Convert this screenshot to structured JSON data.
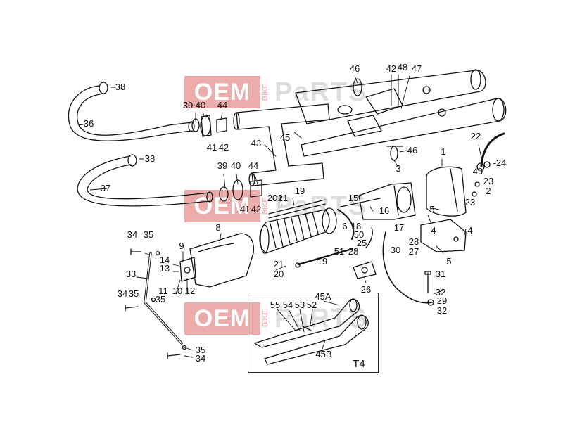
{
  "watermark": {
    "oem": "OEM",
    "bike": "BIKE",
    "parts": "PaRTS"
  },
  "inset": {
    "title": "T4"
  },
  "labels": {
    "l38a": "38",
    "l36": "36",
    "l39a": "39",
    "l40a": "40",
    "l44a": "44",
    "l41a": "41",
    "l42a": "42",
    "l38b": "38",
    "l37": "37",
    "l39b": "39",
    "l40b": "40",
    "l44b": "44",
    "l41b": "41",
    "l42b": "42",
    "l43": "43",
    "l45": "45",
    "l46a": "46",
    "l42c": "42",
    "l48": "48",
    "l47": "47",
    "l46b": "46",
    "l3": "3",
    "l1": "1",
    "l22": "22",
    "l49": "49",
    "l24": "-24",
    "l23a": "23",
    "l2": "2",
    "l23b": "23",
    "l20a": "20",
    "l21a": "21",
    "l19a": "19",
    "l15": "15",
    "l16": "16",
    "l6": "6",
    "l18": "18",
    "l50": "50",
    "l17": "17",
    "l5a": "5",
    "l4a": "4",
    "l4b": "4",
    "l5b": "5",
    "l28": "28",
    "l27": "27",
    "l30": "30",
    "l25": "25",
    "l51": "51",
    "l28b": "28",
    "l19b": "19",
    "l21b": "21",
    "l20b": "20",
    "l26": "26",
    "l31": "31",
    "l32a": "32",
    "l29": "29",
    "l32b": "32",
    "l8": "8",
    "l9": "9",
    "l14": "14",
    "l13": "13",
    "l10": "10",
    "l12": "12",
    "l11": "11",
    "l34a": "34",
    "l35a": "35",
    "l33": "33",
    "l34b": "34",
    "l35b": "35",
    "l35c": "35",
    "l35d": "35",
    "l34c": "34",
    "l55": "55",
    "l54": "54",
    "l53": "53",
    "l52": "52",
    "l45a": "45A",
    "l45b": "45B"
  }
}
